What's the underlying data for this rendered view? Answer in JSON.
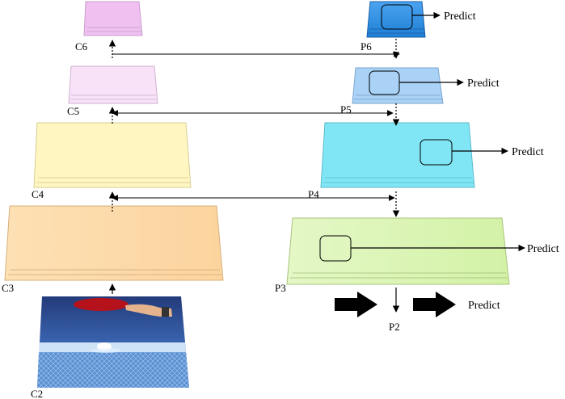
{
  "levels": {
    "C2": "C2",
    "C3": "C3",
    "C4": "C4",
    "C5": "C5",
    "C6": "C6",
    "P2": "P2",
    "P3": "P3",
    "P4": "P4",
    "P5": "P5",
    "P6": "P6"
  },
  "predict_label": "Predict",
  "colors": {
    "c6": "#efc0f0",
    "c5": "#f6dcf6",
    "c4": "#fff5bd",
    "c3": "#fdd9a6",
    "p6": "#2f8fe0",
    "p5": "#a9d2f6",
    "p4": "#7fe4f4",
    "p3": "#dcf5b6",
    "table_blue": "#3f6fb6"
  },
  "icons": {
    "thick_arrow": "thick-right-arrow-icon",
    "image": "table-tennis-photo"
  }
}
